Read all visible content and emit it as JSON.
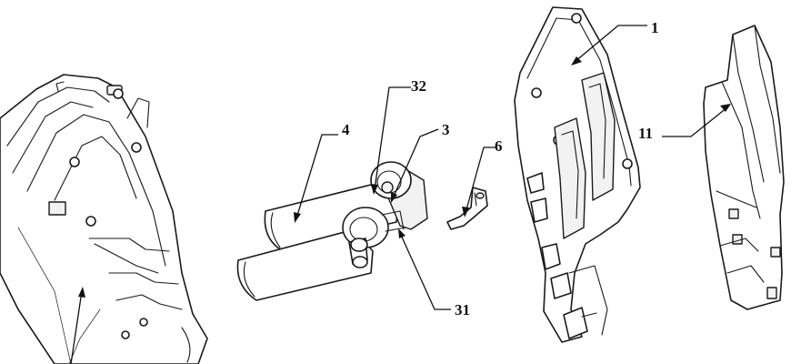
{
  "labels": {
    "part_1": "1",
    "part_11": "11",
    "part_3": "3",
    "part_31": "31",
    "part_32": "32",
    "part_4": "4",
    "part_6": "6"
  }
}
